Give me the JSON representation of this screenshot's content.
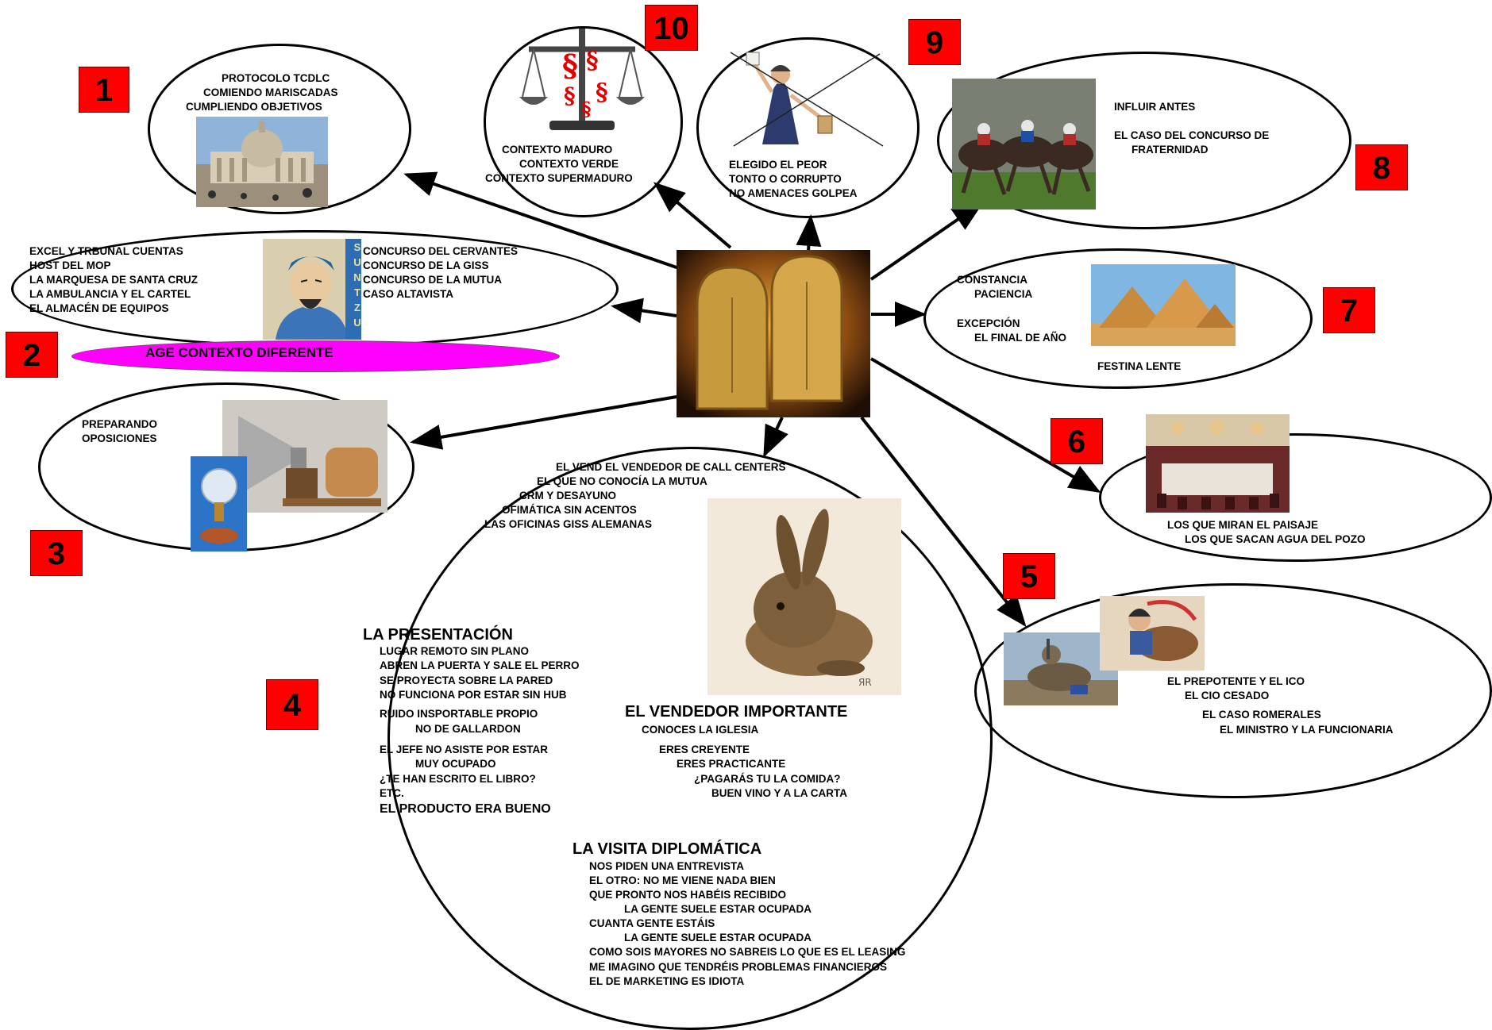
{
  "numbers": [
    "1",
    "2",
    "3",
    "4",
    "5",
    "6",
    "7",
    "8",
    "9",
    "10"
  ],
  "node1": {
    "lines": [
      "PROTOCOLO TCDLC",
      "COMIENDO MARISCADAS",
      "CUMPLIENDO OBJETIVOS"
    ]
  },
  "node2": {
    "left": [
      "EXCEL Y TRBUNAL CUENTAS",
      "HOST DEL MOP",
      "LA MARQUESA DE SANTA CRUZ",
      "LA AMBULANCIA Y EL CARTEL",
      "EL ALMACÉN DE EQUIPOS"
    ],
    "right": [
      "CONCURSO DEL CERVANTES",
      "CONCURSO DE LA GISS",
      "CONCURSO DE LA MUTUA",
      "CASO ALTAVISTA"
    ],
    "portrait_caption": "SUNTZU",
    "banner": "AGE CONTEXTO DIFERENTE"
  },
  "node3": {
    "lines": [
      "PREPARANDO",
      "OPOSICIONES"
    ]
  },
  "node4": {
    "top": [
      "EL VEND EL VENDEDOR DE CALL CENTERS",
      "EL QUE NO CONOCÍA LA MUTUA",
      "CRM Y DESAYUNO",
      "OFIMÁTICA SIN ACENTOS",
      "LAS OFICINAS GISS ALEMANAS"
    ],
    "presentacion": {
      "title": "LA PRESENTACIÓN",
      "lines": [
        "LUGAR REMOTO SIN PLANO",
        "ABREN LA PUERTA Y SALE EL PERRO",
        "SE PROYECTA SOBRE LA PARED",
        "NO FUNCIONA POR ESTAR SIN HUB",
        "RUIDO INSPORTABLE PROPIO",
        "NO DE GALLARDON",
        "EL JEFE NO  ASISTE POR ESTAR",
        "MUY OCUPADO",
        "¿TE HAN ESCRITO EL LIBRO?",
        "ETC."
      ],
      "closing": "EL PRODUCTO ERA BUENO"
    },
    "vendedor": {
      "title": "EL VENDEDOR IMPORTANTE",
      "lines": [
        "CONOCES LA IGLESIA",
        "ERES CREYENTE",
        "ERES PRACTICANTE",
        "¿PAGARÁS TU LA COMIDA?",
        "BUEN VINO Y A LA CARTA"
      ]
    },
    "visita": {
      "title": "LA VISITA DIPLOMÁTICA",
      "lines": [
        "NOS PIDEN UNA ENTREVISTA",
        "EL OTRO: NO  ME VIENE NADA BIEN",
        "QUE PRONTO NOS HABÉIS RECIBIDO",
        "LA GENTE SUELE ESTAR OCUPADA",
        "CUANTA GENTE ESTÁIS",
        "LA GENTE SUELE ESTAR OCUPADA",
        "COMO SOIS MAYORES NO SABREIS LO QUE ES EL LEASING",
        "ME IMAGINO QUE TENDRÉIS PROBLEMAS FINANCIEROS",
        "EL DE MARKETING ES IDIOTA"
      ]
    }
  },
  "node5": {
    "lines": [
      "EL PREPOTENTE Y EL ICO",
      "EL CIO CESADO",
      "EL CASO ROMERALES",
      "EL MINISTRO  Y LA FUNCIONARIA"
    ]
  },
  "node6": {
    "lines": [
      "LOS QUE MIRAN EL PAISAJE",
      "LOS QUE SACAN AGUA DEL POZO"
    ]
  },
  "node7": {
    "lines": [
      "CONSTANCIA",
      "PACIENCIA",
      "EXCEPCIÓN",
      "EL FINAL DE AÑO",
      "FESTINA LENTE"
    ]
  },
  "node8": {
    "lines": [
      "INFLUIR ANTES",
      "EL CASO DEL CONCURSO DE",
      "FRATERNIDAD"
    ]
  },
  "node9": {
    "lines": [
      "ELEGIDO EL PEOR",
      "TONTO O CORRUPTO",
      "NO AMENACES GOLPEA"
    ]
  },
  "node10": {
    "lines": [
      "CONTEXTO MADURO",
      "CONTEXTO VERDE",
      "CONTEXTO SUPERMADURO"
    ]
  },
  "colors": {
    "number_box": "#ff0000",
    "banner_fill": "#ff00ff",
    "outline": "#000000"
  },
  "icons": {
    "center": "stone-tablets-image",
    "n1": "basilica-image",
    "n2": "sun-tzu-portrait-image",
    "n3": "phonograph-image",
    "n4": "hare-image",
    "n5": "battle-image",
    "n6": "meeting-room-image",
    "n7": "pyramids-image",
    "n8": "horse-race-image",
    "n9": "crossed-out-friar-image",
    "n10": "scales-of-justice-image"
  }
}
